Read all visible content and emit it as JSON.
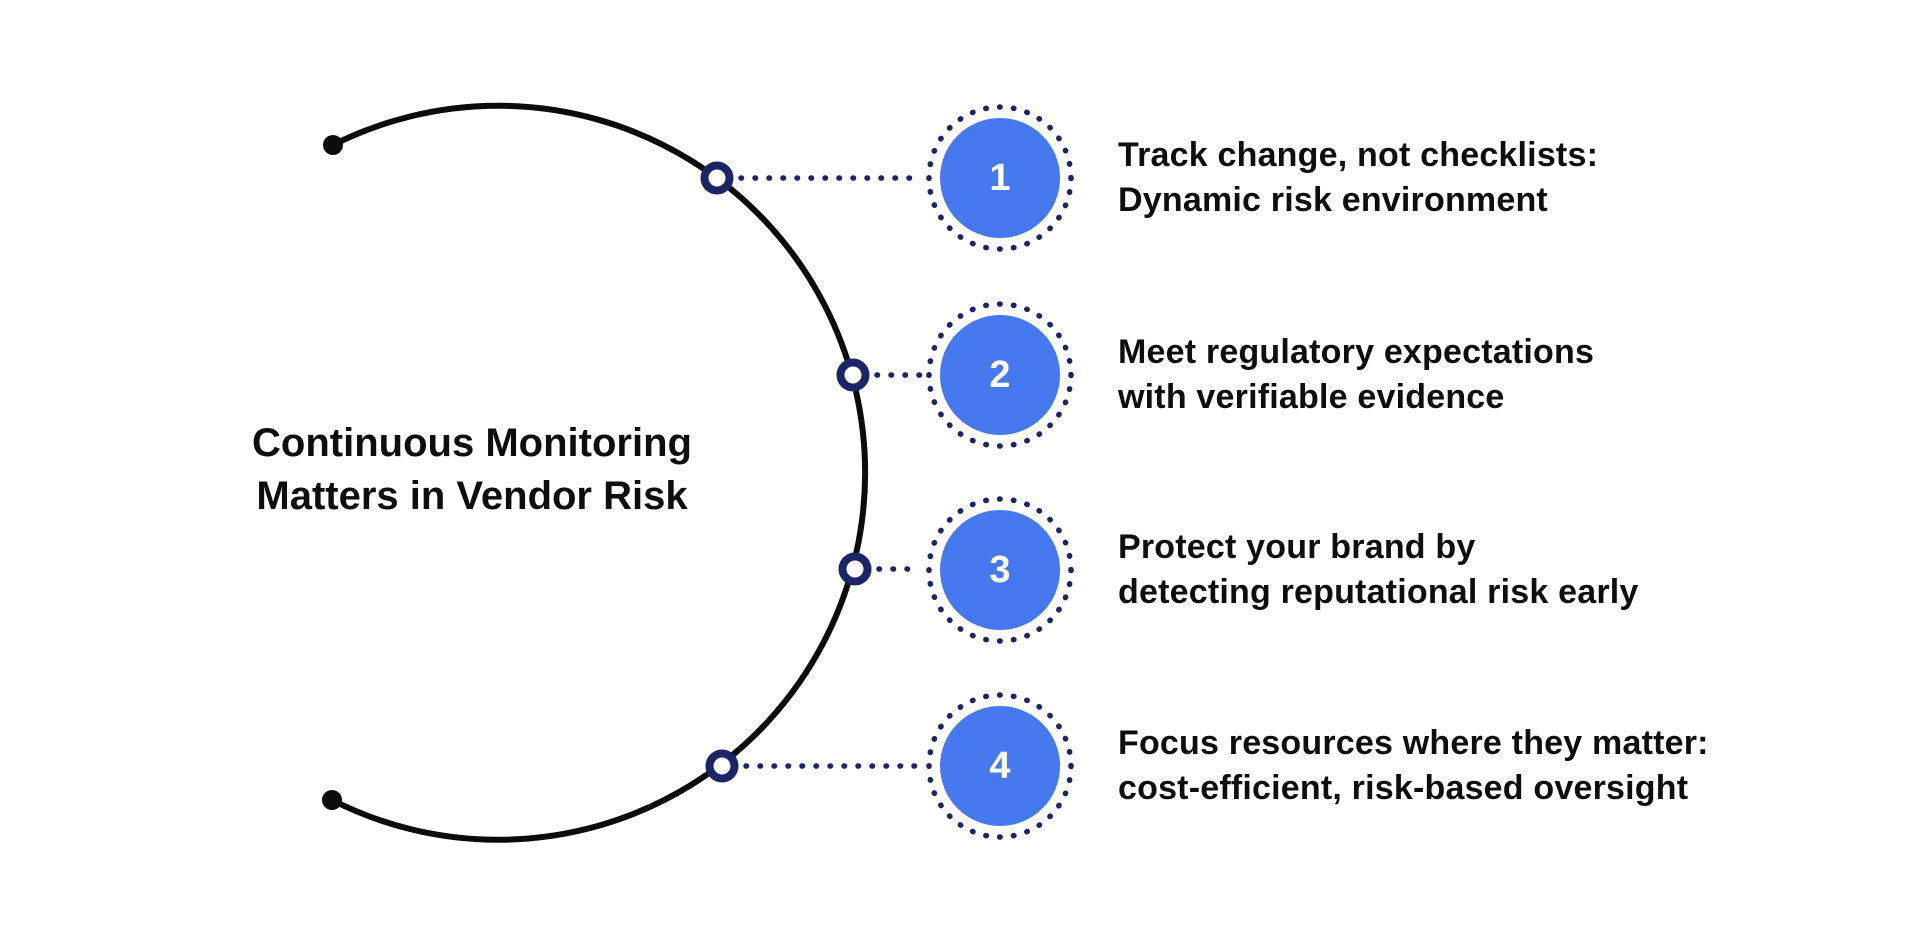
{
  "title": {
    "text": "Continuous Monitoring\nMatters in Vendor Risk"
  },
  "items": [
    {
      "number": "1",
      "text": "Track change, not checklists:\nDynamic risk environment"
    },
    {
      "number": "2",
      "text": "Meet regulatory expectations\nwith verifiable evidence"
    },
    {
      "number": "3",
      "text": "Protect your brand by\ndetecting reputational risk early"
    },
    {
      "number": "4",
      "text": "Focus resources where they matter:\ncost-efficient, risk-based oversight"
    }
  ],
  "colors": {
    "accent_blue": "#4678F0",
    "navy": "#1B2566",
    "stroke_black": "#0B0B0B",
    "text_dark": "#0D0D0D",
    "number_text": "#FFFFFF",
    "background": "#FFFFFF"
  }
}
